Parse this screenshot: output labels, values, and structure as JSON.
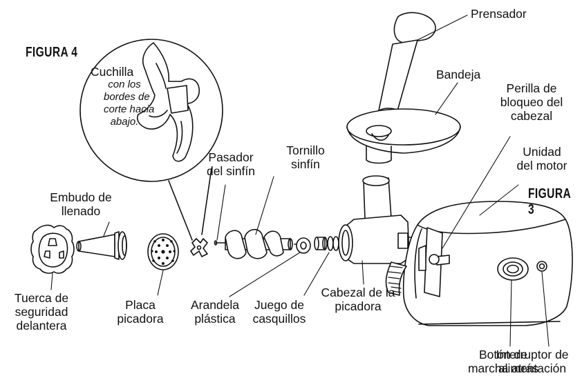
{
  "figures": {
    "figure4": "FIGURA 4",
    "figure3": "FIGURA 3"
  },
  "labels": {
    "cuchilla": "Cuchilla",
    "cuchilla_note": [
      "con los",
      "bordes de",
      "corte hacia",
      "abajo."
    ],
    "prensador": "Prensador",
    "bandeja": "Bandeja",
    "perilla": [
      "Perilla de",
      "bloqueo del",
      "cabezal"
    ],
    "unidad": [
      "Unidad",
      "del motor"
    ],
    "pasador": [
      "Pasador",
      "del sinfín"
    ],
    "tornillo": [
      "Tornillo",
      "sinfín"
    ],
    "embudo": [
      "Embudo de",
      "llenado"
    ],
    "tuerca": [
      "Tuerca de",
      "seguridad",
      "delantera"
    ],
    "placa": [
      "Placa",
      "picadora"
    ],
    "arandela": [
      "Arandela",
      "plástica"
    ],
    "juego": [
      "Juego de",
      "casquillos"
    ],
    "cabezal": [
      "Cabezal de la",
      "picadora"
    ],
    "boton": [
      "Botón de",
      "marcha atrás"
    ],
    "interruptor": [
      "Interruptor de",
      "alimentación"
    ]
  }
}
